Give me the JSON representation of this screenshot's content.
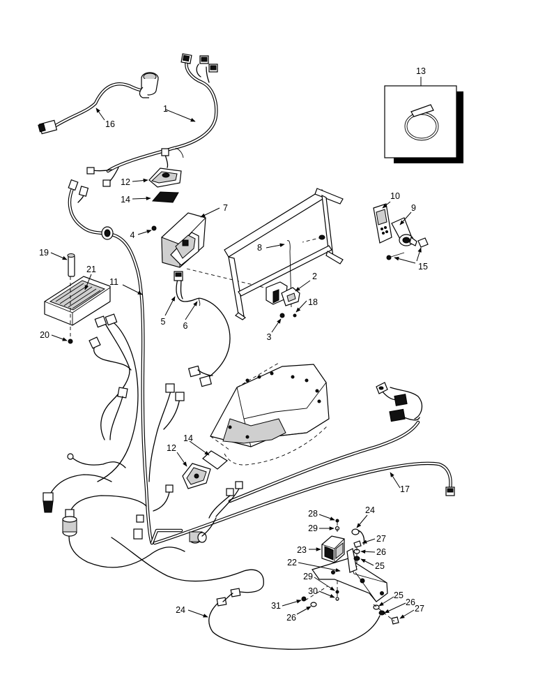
{
  "labels": {
    "l1": "1",
    "l2": "2",
    "l3": "3",
    "l4": "4",
    "l5": "5",
    "l6": "6",
    "l7": "7",
    "l8": "8",
    "l9": "9",
    "l10": "10",
    "l11": "11",
    "l12a": "12",
    "l12b": "12",
    "l13": "13",
    "l14a": "14",
    "l14b": "14",
    "l15": "15",
    "l16": "16",
    "l17": "17",
    "l18": "18",
    "l19": "19",
    "l20": "20",
    "l21": "21",
    "l22": "22",
    "l23": "23",
    "l24a": "24",
    "l24b": "24",
    "l25a": "25",
    "l25b": "25",
    "l26a": "26",
    "l26b": "26",
    "l26c": "26",
    "l27a": "27",
    "l27b": "27",
    "l28": "28",
    "l29a": "29",
    "l29b": "29",
    "l30": "30",
    "l31": "31"
  }
}
